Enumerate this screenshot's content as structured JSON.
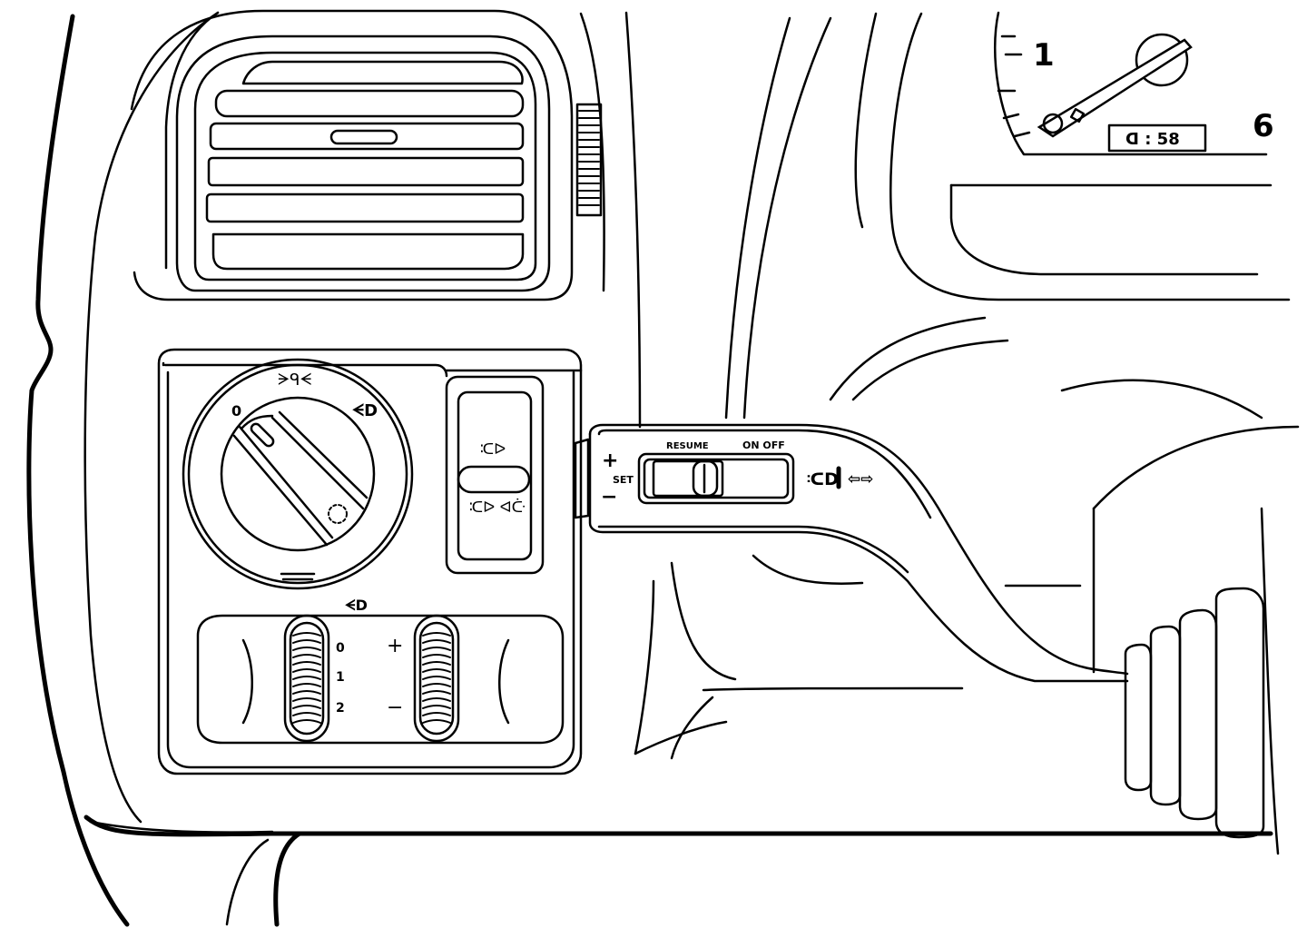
{
  "gauge": {
    "tick_1": "1",
    "tick_6": "6",
    "odometer": "ᗡ : 58"
  },
  "light_switch": {
    "pos_0": "0",
    "pos_parking": "ᗒᑫᗕ",
    "pos_headlight": "ᗕD",
    "pos_front_fog": "ᑥᐅ",
    "pos_rear_fog": "ᑥᐅ ᐊᑤ"
  },
  "cruise_stalk": {
    "plus": "+",
    "minus": "−",
    "set": "SET",
    "resume": "RESUME",
    "on_off": "ON  OFF",
    "high_beam": "ᑥD",
    "turn_signals": "⇦⇨"
  },
  "dimmer": {
    "icon": "ᗕD",
    "range_0": "0",
    "range_1": "1",
    "range_2": "2",
    "plus": "+",
    "minus": "−"
  }
}
